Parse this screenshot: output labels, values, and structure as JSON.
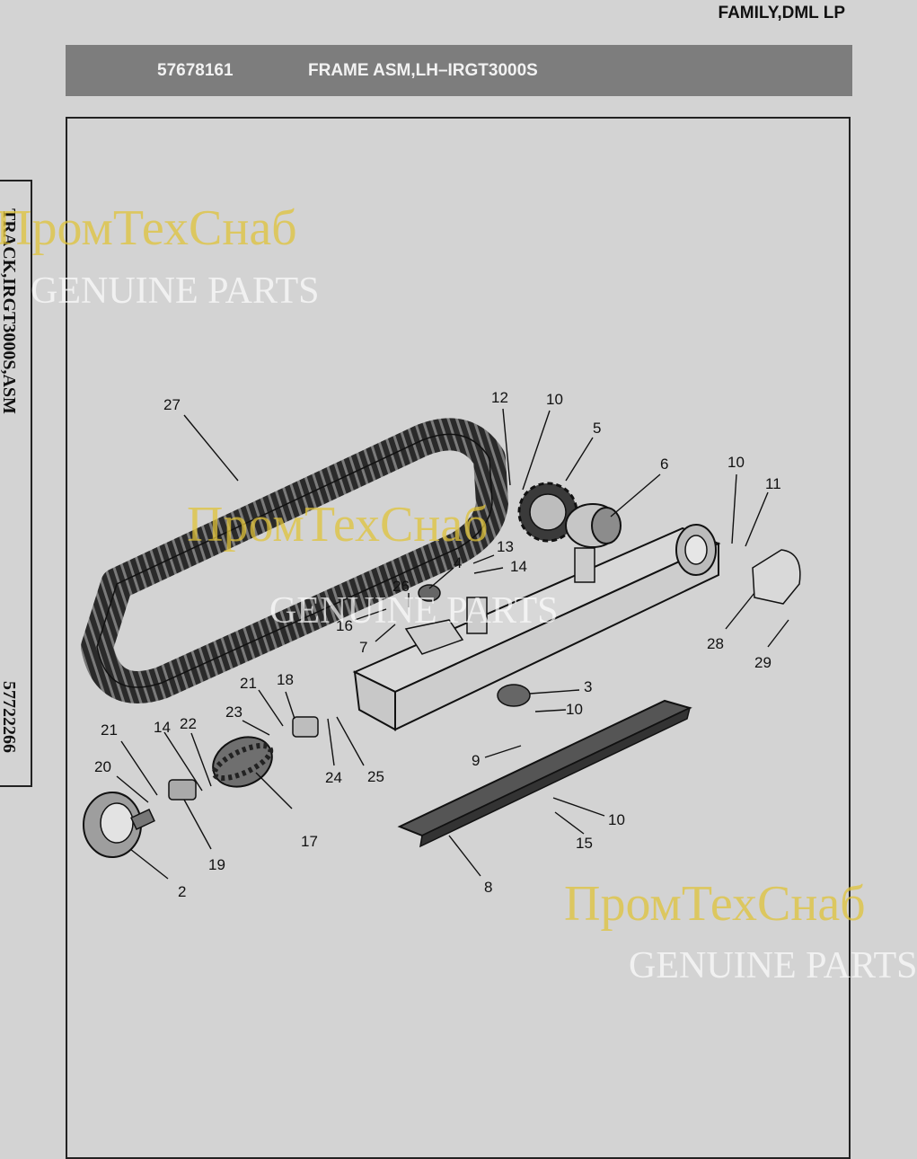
{
  "header": {
    "family": "FAMILY,DML LP",
    "part_number": "57678161",
    "description": "FRAME ASM,LH–IRGT3000S"
  },
  "side": {
    "title": "TRACK,IRGT3000S,ASM",
    "number": "57722266"
  },
  "watermark": {
    "brand": "ПромТехСнаб",
    "tagline": "GENUINE PARTS",
    "brand_color": "#e0c33a"
  },
  "callouts": [
    "27",
    "12",
    "10",
    "5",
    "6",
    "10",
    "11",
    "13",
    "14",
    "4",
    "26",
    "16",
    "7",
    "28",
    "29",
    "21",
    "18",
    "3",
    "10",
    "23",
    "14",
    "22",
    "21",
    "9",
    "20",
    "24",
    "25",
    "17",
    "19",
    "10",
    "15",
    "2",
    "8"
  ]
}
